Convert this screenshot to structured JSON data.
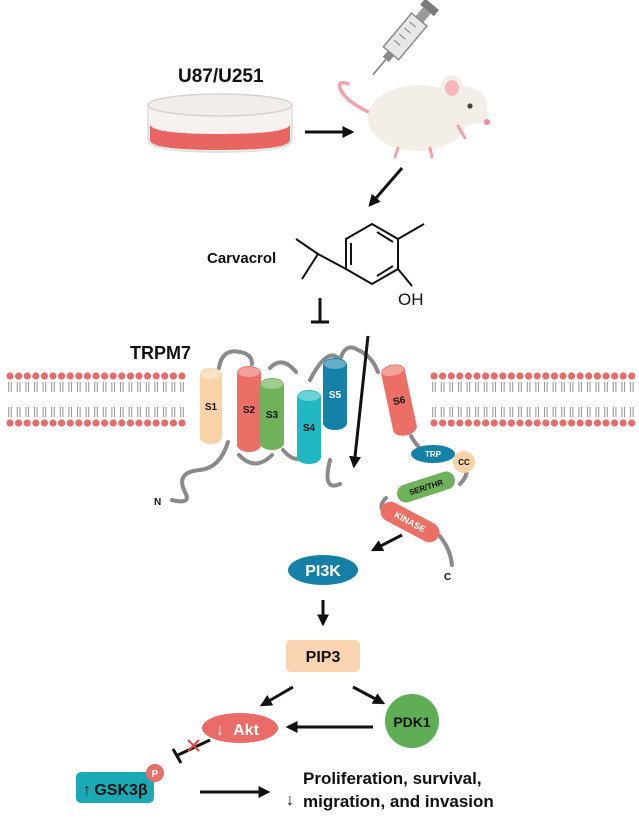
{
  "cells": {
    "label": "U87/U251"
  },
  "compound": {
    "name": "Carvacrol",
    "substituent": "OH"
  },
  "channel": {
    "name": "TRPM7",
    "segments": [
      {
        "label": "S1",
        "color": "#f8d3a8"
      },
      {
        "label": "S2",
        "color": "#ec6f66"
      },
      {
        "label": "S3",
        "color": "#6fb25a"
      },
      {
        "label": "S4",
        "color": "#20b9c3"
      },
      {
        "label": "S5",
        "color": "#1581a9"
      },
      {
        "label": "S6",
        "color": "#ec6f66"
      }
    ],
    "n_terminus": "N",
    "c_terminus": "C",
    "domains": {
      "trp": "TRP",
      "cc": "CC",
      "ser_thr": "SER/THR",
      "kinase": "KINASE"
    }
  },
  "pathway": {
    "pi3k": "PI3K",
    "pip3": "PIP3",
    "akt_arrow": "↓",
    "akt": "Akt",
    "pdk1": "PDK1",
    "gsk_arrow": "↑",
    "gsk3b": "GSK3β",
    "phospho": "P",
    "outcome_arrow": "↓",
    "outcome_line1": "Proliferation, survival,",
    "outcome_line2": "migration, and invasion"
  },
  "colors": {
    "lipid_head": "#e46c6a",
    "pi3k": "#167fa8",
    "pip3": "#fad4b0",
    "akt": "#ea6b67",
    "pdk1": "#5fae55",
    "gsk3b": "#1aaab5",
    "inhibit_mark": "#e04848"
  }
}
